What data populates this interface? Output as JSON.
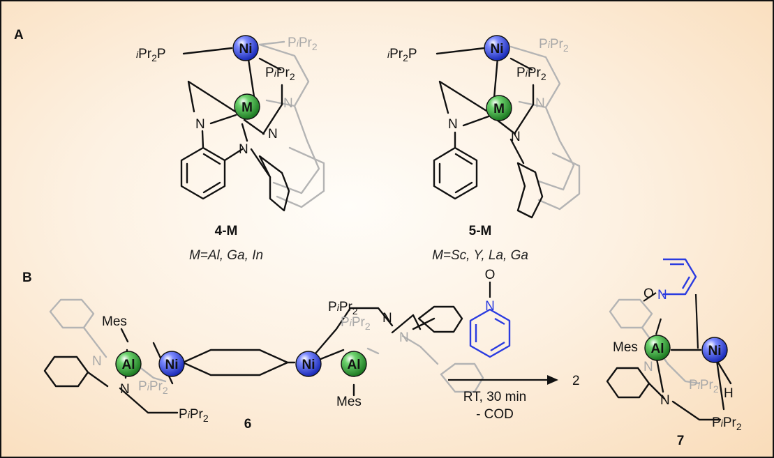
{
  "panels": {
    "a_label": "A",
    "b_label": "B"
  },
  "compounds": {
    "c4": {
      "id": "4-M",
      "caption": "M=Al, Ga, In"
    },
    "c5": {
      "id": "5-M",
      "caption": "M=Sc, Y, La, Ga"
    },
    "c6": {
      "id": "6"
    },
    "c7": {
      "id": "7"
    }
  },
  "atoms": {
    "ni": "Ni",
    "m": "M",
    "al": "Al",
    "n": "N",
    "o": "O",
    "h": "H",
    "mes": "Mes",
    "pipr2_left": "iPr2P",
    "pipr2": "PiPr2"
  },
  "reaction": {
    "conditions_1": "RT, 30 min",
    "conditions_2": "- COD",
    "stoich": "2"
  },
  "colors": {
    "ni": "#2f44e6",
    "metal": "#2e9a3a",
    "pyridine": "#2a3be0",
    "background_edge": "#f9dcb9"
  }
}
